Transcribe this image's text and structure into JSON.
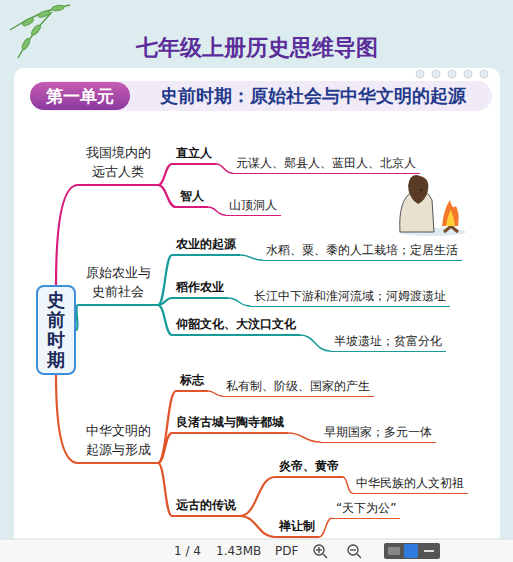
{
  "diagram": {
    "title": "七年级上册历史思维导图",
    "nodes": [
      {
        "text": [
          "第一单元"
        ]
      },
      {
        "text": [
          "史前时期"
        ]
      },
      {
        "text": [
          "我国境内的远古人类"
        ]
      },
      {
        "text": [
          "直立人"
        ]
      },
      {
        "text": [
          "元谋人、郧县人、蓝田人、北京人"
        ]
      },
      {
        "text": [
          "智人"
        ]
      },
      {
        "text": [
          "山顶洞人"
        ]
      },
      {
        "text": [
          "原始农业与史前社会"
        ]
      },
      {
        "text": [
          "农业的起源"
        ]
      },
      {
        "text": [
          "水稻、粟、黍的人工栽培；定居生活"
        ]
      },
      {
        "text": [
          "稻作农业"
        ]
      },
      {
        "text": [
          "长江中下游和淮河流域；河姆渡遗址"
        ]
      },
      {
        "text": [
          "仰韶文化、大汶口文化"
        ]
      },
      {
        "text": [
          "半坡遗址；贫富分化"
        ]
      },
      {
        "text": [
          "中华文明的起源与形成"
        ]
      },
      {
        "text": [
          "标志"
        ]
      },
      {
        "text": [
          "私有制、阶级、国家的产生"
        ]
      },
      {
        "text": [
          "良渚古城与陶寺都城"
        ]
      },
      {
        "text": [
          "早期国家；多元一体"
        ]
      },
      {
        "text": [
          "远古的传说"
        ]
      },
      {
        "text": [
          "炎帝、黄帝"
        ]
      },
      {
        "text": [
          "中华民族的人文初祖"
        ]
      },
      {
        "text": [
          "禅让制"
        ]
      },
      {
        "text": [
          "“天下为公”"
        ]
      }
    ],
    "edges": [
      {
        "from": 1,
        "to": 2,
        "arrow": "none"
      },
      {
        "from": 1,
        "to": 7,
        "arrow": "none"
      },
      {
        "from": 1,
        "to": 14,
        "arrow": "none"
      },
      {
        "from": 2,
        "to": 3,
        "arrow": "none"
      },
      {
        "from": 3,
        "to": 4,
        "arrow": "none"
      },
      {
        "from": 2,
        "to": 5,
        "arrow": "none"
      },
      {
        "from": 5,
        "to": 6,
        "arrow": "none"
      },
      {
        "from": 7,
        "to": 8,
        "arrow": "none"
      },
      {
        "from": 8,
        "to": 9,
        "arrow": "none"
      },
      {
        "from": 7,
        "to": 10,
        "arrow": "none"
      },
      {
        "from": 10,
        "to": 11,
        "arrow": "none"
      },
      {
        "from": 7,
        "to": 12,
        "arrow": "none"
      },
      {
        "from": 12,
        "to": 13,
        "arrow": "none"
      },
      {
        "from": 14,
        "to": 15,
        "arrow": "none"
      },
      {
        "from": 15,
        "to": 16,
        "arrow": "none"
      },
      {
        "from": 14,
        "to": 17,
        "arrow": "none"
      },
      {
        "from": 17,
        "to": 18,
        "arrow": "none"
      },
      {
        "from": 14,
        "to": 19,
        "arrow": "none"
      },
      {
        "from": 19,
        "to": 20,
        "arrow": "none"
      },
      {
        "from": 20,
        "to": 21,
        "arrow": "none"
      },
      {
        "from": 19,
        "to": 22,
        "arrow": "none"
      },
      {
        "from": 22,
        "to": 23,
        "arrow": "none"
      }
    ],
    "labels": [
      "史前时期：原始社会与中华文明的起源",
      "1 / 4",
      "1.43MB",
      "PDF"
    ]
  }
}
